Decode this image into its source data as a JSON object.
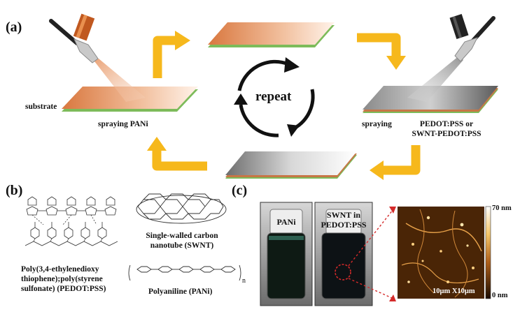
{
  "panels": {
    "a": "(a)",
    "b": "(b)",
    "c": "(c)"
  },
  "panel_a": {
    "substrate_label": "substrate",
    "spraying_pani": "spraying PANi",
    "spraying_right_1": "spraying",
    "spraying_right_2": "PEDOT:PSS or",
    "spraying_right_3": "SWNT-PEDOT:PSS",
    "repeat": "repeat",
    "colors": {
      "arrow": "#f6b81c",
      "substrate_edge": "#7dbb5a",
      "pani": "#e08a55",
      "pedot": "#7a7a7a"
    }
  },
  "panel_b": {
    "swnt_label_1": "Single-walled carbon",
    "swnt_label_2": "nanotube (SWNT)",
    "pedot_label_1": "Poly(3,4-ethylenedioxy",
    "pedot_label_2": "thiophene);poly(styrene",
    "pedot_label_3": "sulfonate) (PEDOT:PSS)",
    "pani_label": "Polyaniline (PANi)",
    "pani_subscript": "n"
  },
  "panel_c": {
    "vial1_label": "PANi",
    "vial2_label_1": "SWNT in",
    "vial2_label_2": "PEDOT:PSS",
    "scale_max": "70 nm",
    "scale_min": "0 nm",
    "scan_size": "10μm X10μm"
  }
}
